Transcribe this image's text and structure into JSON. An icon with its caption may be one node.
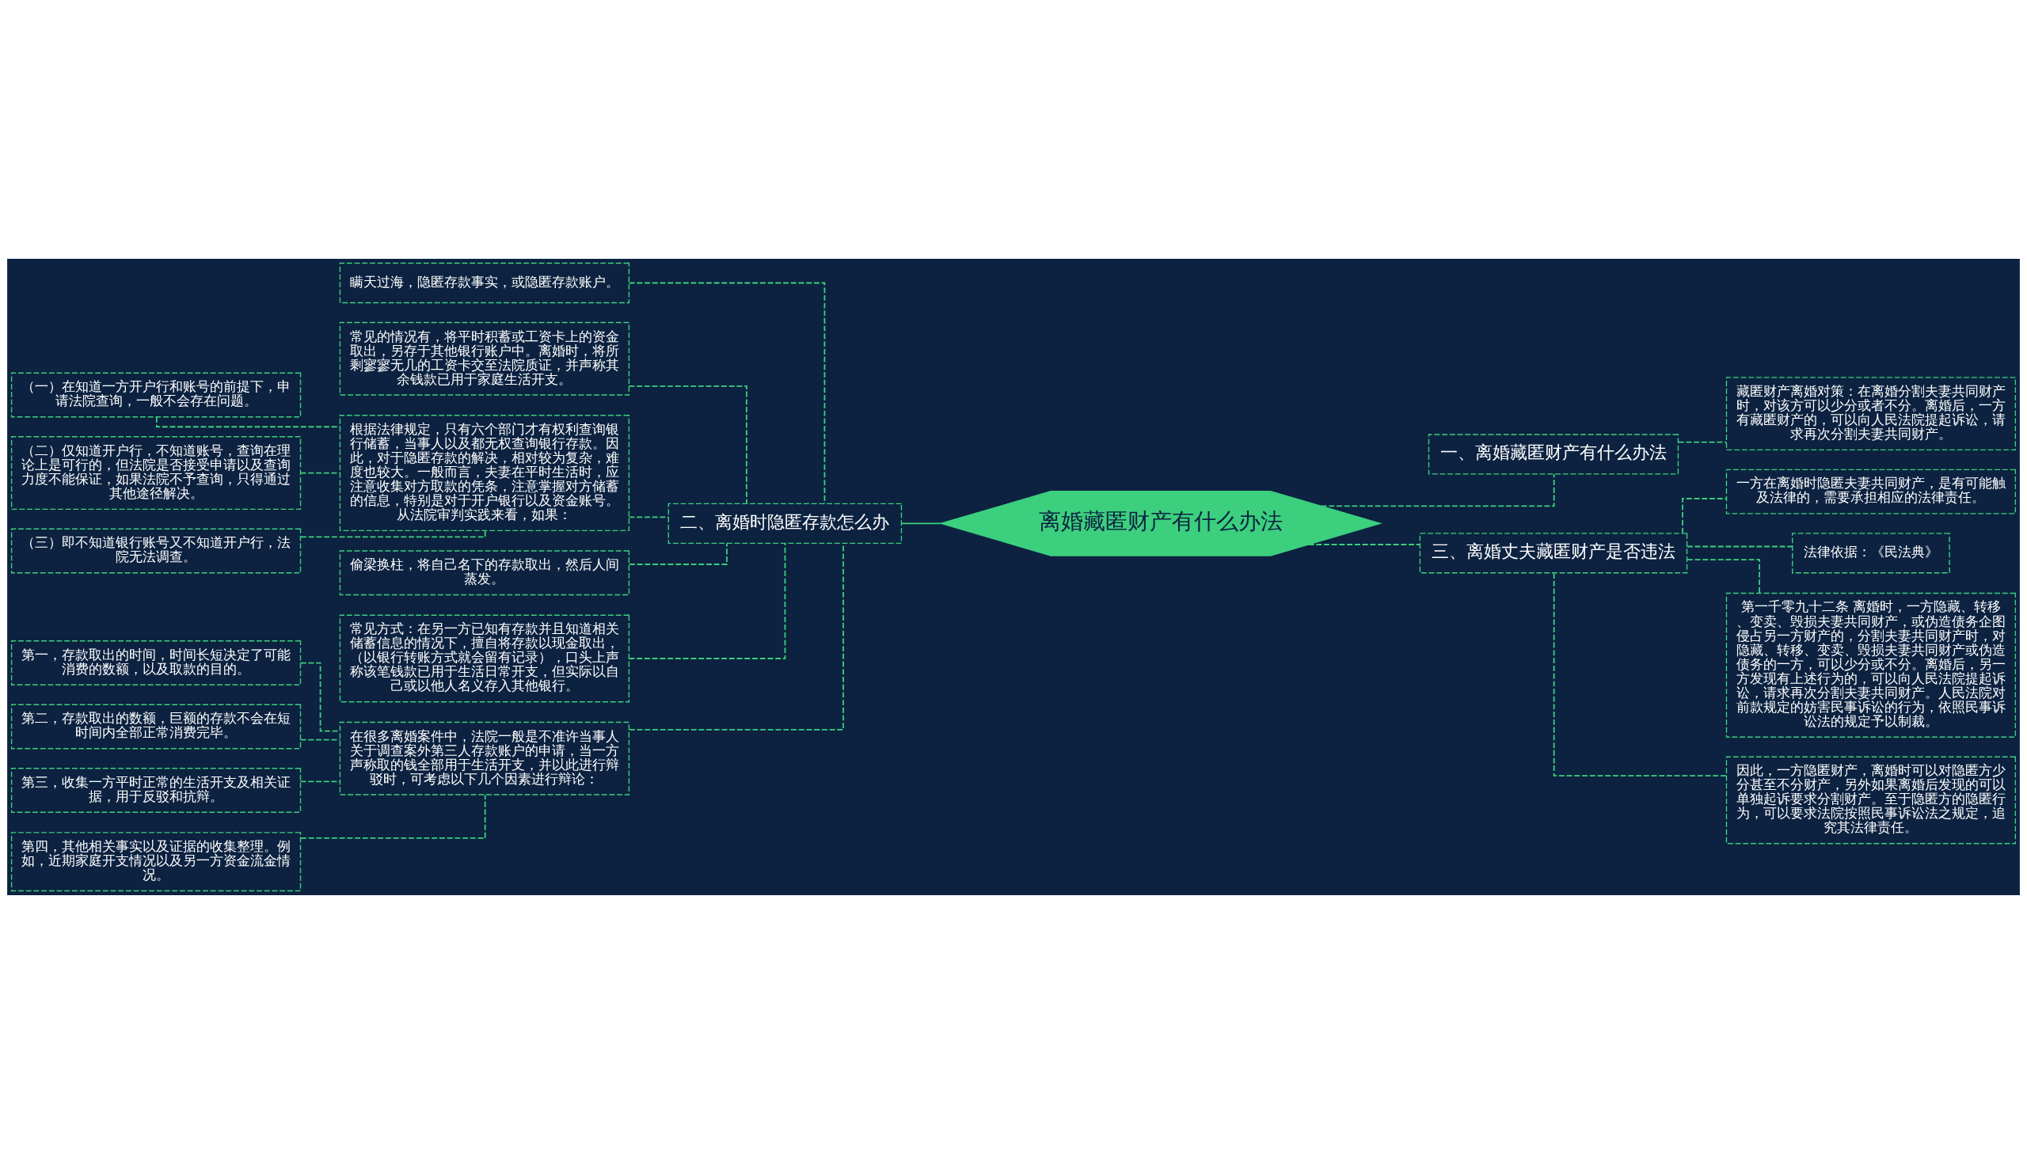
{
  "diagram": {
    "nodes": [
      {
        "text": [
          "离婚藏匿财产有什么办法"
        ]
      },
      {
        "text": [
          "一、离婚藏匿财产有什么办法"
        ]
      },
      {
        "text": [
          "藏匿财产离婚对策：在离婚分割夫妻共同财产时，对该方可以少分或者不分。离婚后，一方有藏匿财产的，可以向人民法院提起诉讼，请求再次分割夫妻共同财产。"
        ]
      },
      {
        "text": [
          "三、离婚丈夫藏匿财产是否违法"
        ]
      },
      {
        "text": [
          "一方在离婚时隐匿夫妻共同财产，是有可能触及法律的，需要承担相应的法律责任。"
        ]
      },
      {
        "text": [
          "法律依据：《民法典》"
        ]
      },
      {
        "text": [
          "第一千零九十二条 离婚时，一方隐藏、转移、变卖、毁损夫妻共同财产，或伪造债务企图侵占另一方财产的，分割夫妻共同财产时，对隐藏、转移、变卖、毁损夫妻共同财产或伪造债务的一方，可以少分或不分。离婚后，另一方发现有上述行为的，可以向人民法院提起诉讼，请求再次分割夫妻共同财产。人民法院对前款规定的妨害民事诉讼的行为，依照民事诉讼法的规定予以制裁。"
        ]
      },
      {
        "text": [
          "因此，一方隐匿财产，离婚时可以对隐匿方少分甚至不分财产，另外如果离婚后发现的可以单独起诉要求分割财产。至于隐匿方的隐匿行为，可以要求法院按照民事诉讼法之规定，追究其法律责任。"
        ]
      },
      {
        "text": [
          "二、离婚时隐匿存款怎么办"
        ]
      },
      {
        "text": [
          "瞒天过海，隐匿存款事实，或隐匿存款账户。"
        ]
      },
      {
        "text": [
          "常见的情况有，将平时积蓄或工资卡上的资金取出，另存于其他银行账户中。离婚时，将所剩寥寥无几的工资卡交至法院质证，并声称其余钱款已用于家庭生活开支。"
        ]
      },
      {
        "text": [
          "根据法律规定，只有六个部门才有权利查询银行储蓄，当事人以及都无权查询银行存款。因此，对于隐匿存款的解决，相对较为复杂，难度也较大。一般而言，夫妻在平时生活时，应注意收集对方取款的凭条，注意掌握对方储蓄的信息，特别是对于开户银行以及资金账号。从法院审判实践来看，如果："
        ]
      },
      {
        "text": [
          "（一）在知道一方开户行和账号的前提下，申请法院查询，一般不会存在问题。"
        ]
      },
      {
        "text": [
          "（二）仅知道开户行，不知道账号，查询在理论上是可行的，但法院是否接受申请以及查询力度不能保证，如果法院不予查询，只得通过其他途径解决。"
        ]
      },
      {
        "text": [
          "（三）即不知道银行账号又不知道开户行，法院无法调查。"
        ]
      },
      {
        "text": [
          "偷梁换柱，将自己名下的存款取出，然后人间蒸发。"
        ]
      },
      {
        "text": [
          "常见方式：在另一方已知有存款并且知道相关储蓄信息的情况下，擅自将存款以现金取出，（以银行转账方式就会留有记录），口头上声称该笔钱款已用于生活日常开支，但实际以自己或以他人名义存入其他银行。"
        ]
      },
      {
        "text": [
          "在很多离婚案件中，法院一般是不准许当事人关于调查案外第三人存款账户的申请，当一方声称取的钱全部用于生活开支，并以此进行辩驳时，可考虑以下几个因素进行辩论："
        ]
      },
      {
        "text": [
          "第一，存款取出的时间，时间长短决定了可能消费的数额，以及取款的目的。"
        ]
      },
      {
        "text": [
          "第二，存款取出的数额，巨额的存款不会在短时间内全部正常消费完毕。"
        ]
      },
      {
        "text": [
          "第三，收集一方平时正常的生活开支及相关证据，用于反驳和抗辩。"
        ]
      },
      {
        "text": [
          "第四，其他相关事实以及证据的收集整理。例如，近期家庭开支情况以及另一方资金流金情况。"
        ]
      }
    ],
    "edges": [
      {
        "from": 0,
        "to": 1,
        "arrow": "none",
        "style": "dashed"
      },
      {
        "from": 1,
        "to": 2,
        "arrow": "none",
        "style": "dashed"
      },
      {
        "from": 0,
        "to": 3,
        "arrow": "none",
        "style": "dashed"
      },
      {
        "from": 3,
        "to": 4,
        "arrow": "none",
        "style": "dashed"
      },
      {
        "from": 3,
        "to": 5,
        "arrow": "none",
        "style": "dashed"
      },
      {
        "from": 3,
        "to": 6,
        "arrow": "none",
        "style": "dashed"
      },
      {
        "from": 3,
        "to": 7,
        "arrow": "none",
        "style": "dashed"
      },
      {
        "from": 0,
        "to": 8,
        "arrow": "none"
      },
      {
        "from": 8,
        "to": 9,
        "arrow": "none",
        "style": "dashed"
      },
      {
        "from": 8,
        "to": 10,
        "arrow": "none",
        "style": "dashed"
      },
      {
        "from": 8,
        "to": 11,
        "arrow": "none",
        "style": "dashed"
      },
      {
        "from": 11,
        "to": 12,
        "arrow": "none",
        "style": "dashed"
      },
      {
        "from": 11,
        "to": 13,
        "arrow": "none",
        "style": "dashed"
      },
      {
        "from": 11,
        "to": 14,
        "arrow": "none",
        "style": "dashed"
      },
      {
        "from": 8,
        "to": 15,
        "arrow": "none",
        "style": "dashed"
      },
      {
        "from": 8,
        "to": 16,
        "arrow": "none",
        "style": "dashed"
      },
      {
        "from": 8,
        "to": 17,
        "arrow": "none",
        "style": "dashed"
      },
      {
        "from": 17,
        "to": 18,
        "arrow": "none",
        "style": "dashed"
      },
      {
        "from": 17,
        "to": 19,
        "arrow": "none",
        "style": "dashed"
      },
      {
        "from": 17,
        "to": 20,
        "arrow": "none",
        "style": "dashed"
      },
      {
        "from": 17,
        "to": 21,
        "arrow": "none",
        "style": "dashed"
      }
    ]
  }
}
